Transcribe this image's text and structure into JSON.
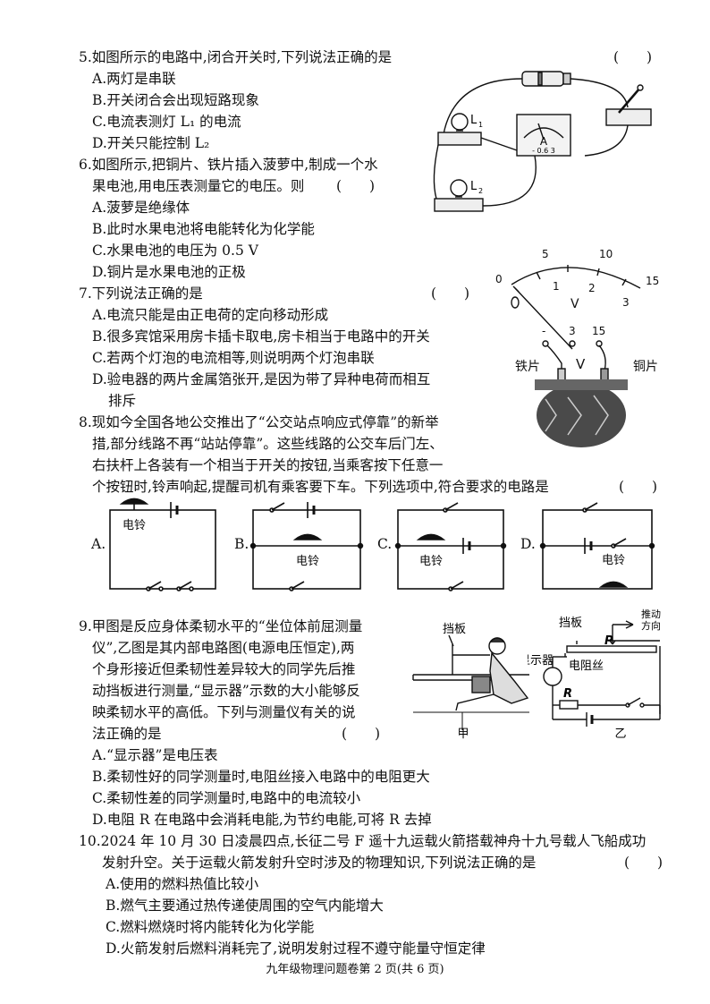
{
  "q5": {
    "stem": "5.如图所示的电路中,闭合开关时,下列说法正确的是",
    "paren": "(　　)",
    "options": [
      "A.两灯是串联",
      "B.开关闭合会出现短路现象",
      "C.电流表测灯 L₁ 的电流",
      "D.开关只能控制 L₂"
    ]
  },
  "q6": {
    "stem1": "6.如图所示,把铜片、铁片插入菠萝中,制成一个水",
    "stem2": "果电池,用电压表测量它的电压。则",
    "paren": "(　　)",
    "options": [
      "A.菠萝是绝缘体",
      "B.此时水果电池将电能转化为化学能",
      "C.水果电池的电压为 0.5 V",
      "D.铜片是水果电池的正极"
    ]
  },
  "q7": {
    "stem": "7.下列说法正确的是",
    "paren": "(　　)",
    "options": [
      "A.电流只能是由正电荷的定向移动形成",
      "B.很多宾馆采用房卡插卡取电,房卡相当于电路中的开关",
      "C.若两个灯泡的电流相等,则说明两个灯泡串联",
      "D.验电器的两片金属箔张开,是因为带了异种电荷而相互"
    ],
    "option_d_cont": "排斥"
  },
  "q8": {
    "line1": "8.现如今全国各地公交推出了“公交站点响应式停靠”的新举",
    "line2": "措,部分线路不再“站站停靠”。这些线路的公交车后门左、",
    "line3": "右扶杆上各装有一个相当于开关的按钮,当乘客按下任意一",
    "line4": "个按钮时,铃声响起,提醒司机有乘客要下车。下列选项中,符合要求的电路是",
    "paren": "(　　)",
    "labels": [
      "A.",
      "B.",
      "C.",
      "D."
    ],
    "bell": "电铃"
  },
  "q9": {
    "lines": [
      "9.甲图是反应身体柔韧水平的“坐位体前屈测量",
      "仪”,乙图是其内部电路图(电源电压恒定),两",
      "个身形接近但柔韧性差异较大的同学先后推",
      "动挡板进行测量,“显示器”示数的大小能够反",
      "映柔韧水平的高低。下列与测量仪有关的说",
      "法正确的是"
    ],
    "paren": "(　　)",
    "options": [
      "A.“显示器”是电压表",
      "B.柔韧性好的同学测量时,电阻丝接入电路中的电阻更大",
      "C.柔韧性差的同学测量时,电路中的电流较小",
      "D.电阻 R 在电路中会消耗电能,为节约电能,可将 R 去掉"
    ],
    "fig_jia": {
      "baffle": "挡板",
      "caption": "甲"
    },
    "fig_yi": {
      "baffle": "挡板",
      "push1": "推动",
      "push2": "方向",
      "p": "P",
      "display": "显示器",
      "wire": "电阻丝",
      "r": "R",
      "caption": "乙"
    }
  },
  "q10": {
    "line1": "10.2024 年 10 月 30 日凌晨四点,长征二号 F 遥十九运载火箭搭载神舟十九号载人飞船成功",
    "line2": "发射升空。关于运载火箭发射升空时涉及的物理知识,下列说法正确的是",
    "paren": "(　　)",
    "options": [
      "A.使用的燃料热值比较小",
      "B.燃气主要通过热传递使周围的空气内能增大",
      "C.燃料燃烧时将内能转化为化学能",
      "D.火箭发射后燃料消耗完了,说明发射过程不遵守能量守恒定律"
    ]
  },
  "fig_q5": {
    "l1": "L",
    "l1sub": "1",
    "l2": "L",
    "l2sub": "2",
    "ammeter": "A",
    "scale": "- 0.6 3"
  },
  "fig_q6": {
    "ticks_top": [
      "0",
      "5",
      "10",
      "15"
    ],
    "ticks_bottom": [
      "1",
      "2",
      "3"
    ],
    "unit": "V",
    "terminals": [
      "-",
      "3",
      "15"
    ],
    "meter": "V",
    "iron": "铁片",
    "copper": "铜片"
  },
  "footer": "九年级物理问题卷第 2 页(共 6 页)"
}
